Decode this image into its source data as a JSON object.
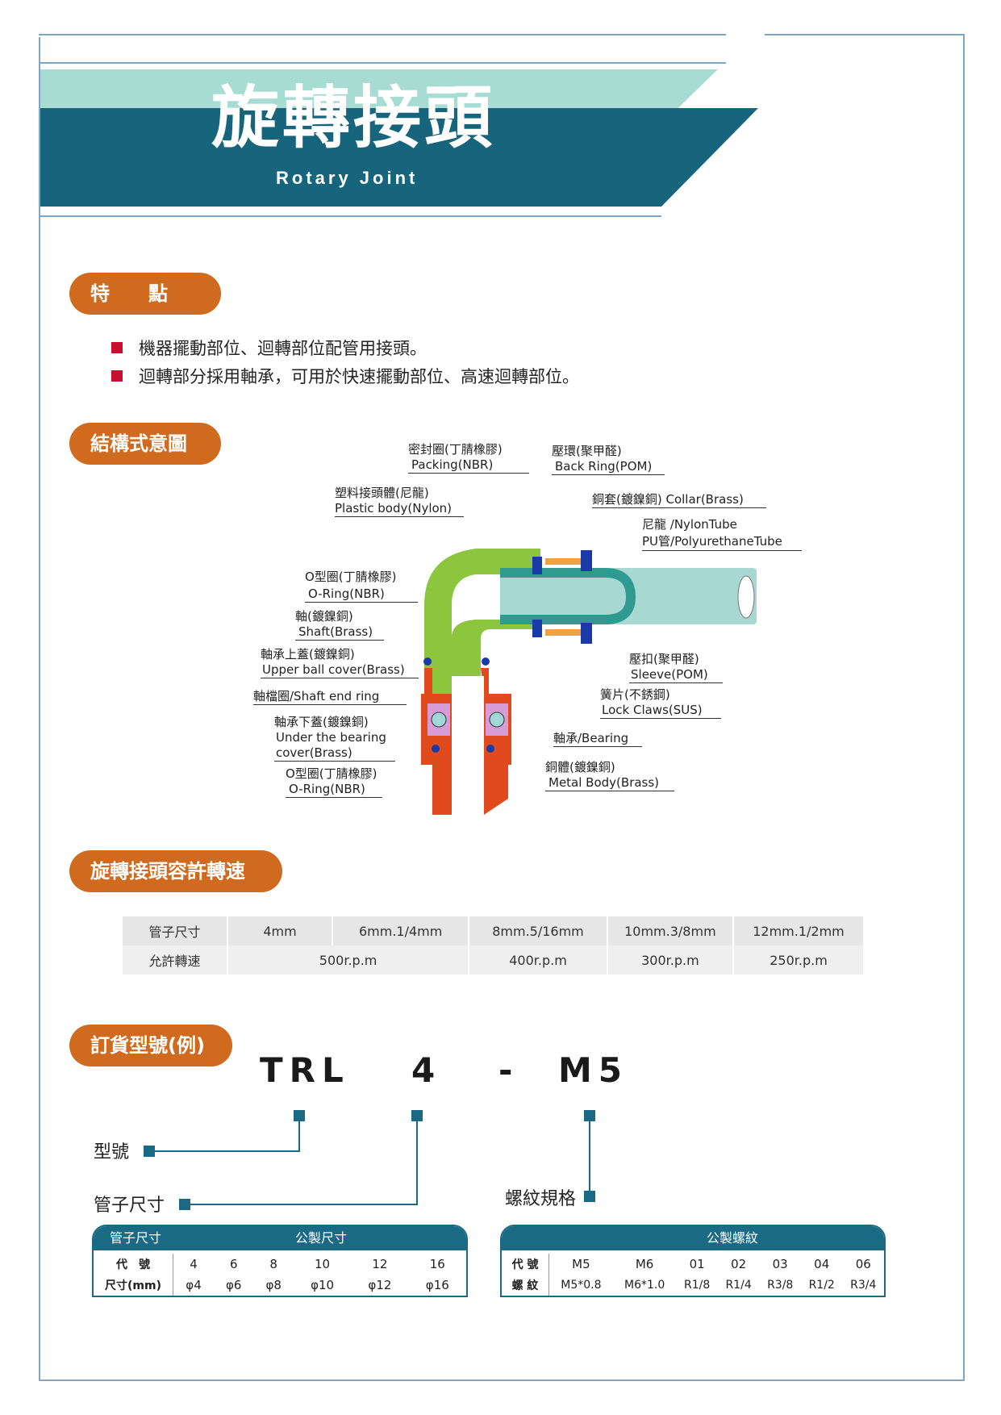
{
  "header": {
    "title_zh": "旋轉接頭",
    "title_en": "Rotary Joint",
    "colors": {
      "teal_dark": "#17657d",
      "teal_light": "#a7dcd3",
      "accent": "#cf6a1e",
      "bullet": "#c8102e"
    }
  },
  "features": {
    "label": "特　　點",
    "items": [
      "機器擺動部位、迴轉部位配管用接頭。",
      "迴轉部分採用軸承，可用於快速擺動部位、高速迴轉部位。"
    ]
  },
  "structure": {
    "label": "結構式意圖",
    "parts": {
      "packing": [
        "密封圈(丁腈橡膠)",
        "Packing(NBR)"
      ],
      "back_ring": [
        "壓環(聚甲醛)",
        "Back Ring(POM)"
      ],
      "plastic_body": [
        "塑料接頭體(尼龍)",
        "Plastic body(Nylon)"
      ],
      "collar": [
        "銅套(鍍鎳銅) Collar(Brass)"
      ],
      "tube": [
        "尼龍 /NylonTube",
        "PU管/PolyurethaneTube"
      ],
      "oring_top": [
        "O型圈(丁腈橡膠)",
        "O-Ring(NBR)"
      ],
      "shaft": [
        "軸(鍍鎳銅)",
        "Shaft(Brass)"
      ],
      "upper_cover": [
        "軸承上蓋(鍍鎳銅)",
        "Upper ball cover(Brass)"
      ],
      "end_ring": [
        "軸檔圈/Shaft end ring"
      ],
      "under_cover": [
        "軸承下蓋(鍍鎳銅)",
        "Under the bearing",
        "cover(Brass)"
      ],
      "oring_bottom": [
        "O型圈(丁腈橡膠)",
        "O-Ring(NBR)"
      ],
      "sleeve": [
        "壓扣(聚甲醛)",
        "Sleeve(POM)"
      ],
      "lock_claws": [
        "簧片(不銹鋼)",
        "Lock Claws(SUS)"
      ],
      "bearing": [
        "軸承/Bearing"
      ],
      "metal_body": [
        "銅體(鍍鎳銅)",
        "Metal Body(Brass)"
      ]
    }
  },
  "speed": {
    "label": "旋轉接頭容許轉速",
    "row1": [
      "管子尺寸",
      "4mm",
      "6mm.1/4mm",
      "8mm.5/16mm",
      "10mm.3/8mm",
      "12mm.1/2mm"
    ],
    "row2": [
      "允許轉速",
      "500r.p.m",
      "400r.p.m",
      "300r.p.m",
      "250r.p.m"
    ]
  },
  "order": {
    "label": "訂貨型號(例)",
    "code": [
      "TRL",
      "4",
      "-",
      "M5"
    ],
    "model_label": "型號",
    "tube_label": "管子尺寸",
    "thread_label": "螺紋規格"
  },
  "tube_table": {
    "head_left": "管子尺寸",
    "head_right": "公製尺寸",
    "row1_label": "代　號",
    "row1": [
      "4",
      "6",
      "8",
      "10",
      "12",
      "16"
    ],
    "row2_label": "尺寸(mm)",
    "row2": [
      "φ4",
      "φ6",
      "φ8",
      "φ10",
      "φ12",
      "φ16"
    ]
  },
  "thread_table": {
    "head": "公製螺紋",
    "row1_label": "代 號",
    "row1": [
      "M5",
      "M6",
      "01",
      "02",
      "03",
      "04",
      "06"
    ],
    "row2_label": "螺 紋",
    "row2": [
      "M5*0.8",
      "M6*1.0",
      "R1/8",
      "R1/4",
      "R3/8",
      "R1/2",
      "R3/4"
    ]
  }
}
